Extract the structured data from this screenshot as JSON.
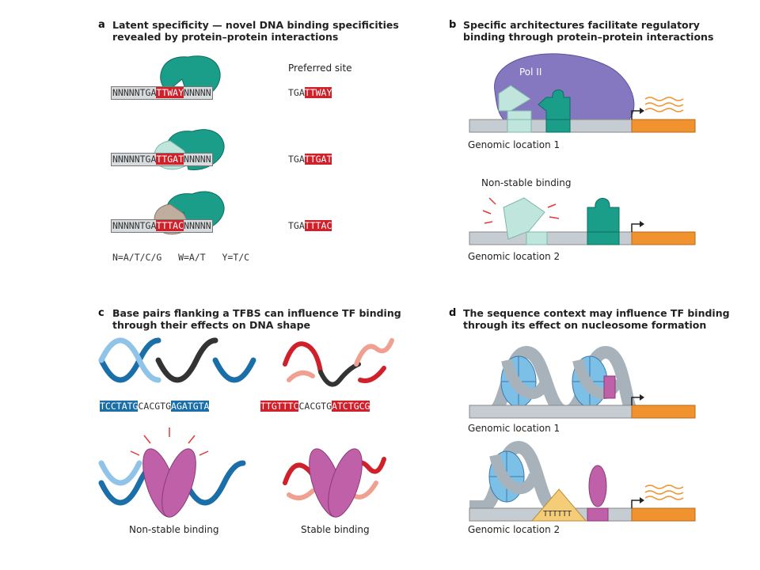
{
  "panel_a": {
    "letter": "a",
    "title_line1": "Latent specificity — novel DNA binding specificities",
    "title_line2": "revealed by protein–protein interactions",
    "preferred_label": "Preferred site",
    "rows": [
      {
        "pre": "NNNNNTGA",
        "hl": "TTWAY",
        "post": "NNNNN",
        "site_plain": "TGA",
        "site_hl": "TTWAY"
      },
      {
        "pre": "NNNNNTGA",
        "hl": "TTGAT",
        "post": "NNNNN",
        "site_plain": "TGA",
        "site_hl": "TTGAT"
      },
      {
        "pre": "NNNNNTGA",
        "hl": "TTTAC",
        "post": "NNNNN",
        "site_plain": "TGA",
        "site_hl": "TTTAC"
      }
    ],
    "legend": "N=A/T/C/G   W=A/T   Y=T/C"
  },
  "panel_b": {
    "letter": "b",
    "title_line1": "Specific architectures facilitate regulatory",
    "title_line2": "binding through protein–protein interactions",
    "polii_label": "Pol II",
    "location1": "Genomic location 1",
    "nonstable_label": "Non-stable binding",
    "location2": "Genomic location 2"
  },
  "panel_c": {
    "letter": "c",
    "title_line1": "Base pairs flanking a TFBS can influence TF binding",
    "title_line2": "through their effects on DNA shape",
    "seq_left": {
      "pre": "TCCTATG",
      "mid": "CACGTG",
      "post": "AGATGTA"
    },
    "seq_right": {
      "pre": "TTGTTTC",
      "mid": "CACGTG",
      "post": "ATCTGCG"
    },
    "nonstable_label": "Non-stable binding",
    "stable_label": "Stable binding"
  },
  "panel_d": {
    "letter": "d",
    "title_line1": "The sequence context may influence TF binding",
    "title_line2": "through its effect on nucleosome formation",
    "location1": "Genomic location 1",
    "location2": "Genomic location 2",
    "polyT": "TTTTTT"
  },
  "colors": {
    "teal": "#1a9e8a",
    "pale_teal": "#bfe5dc",
    "purple": "#8577c0",
    "orange": "#f0922e",
    "magenta": "#c060a8",
    "red": "#d0202a",
    "blue": "#1a6fa8"
  }
}
